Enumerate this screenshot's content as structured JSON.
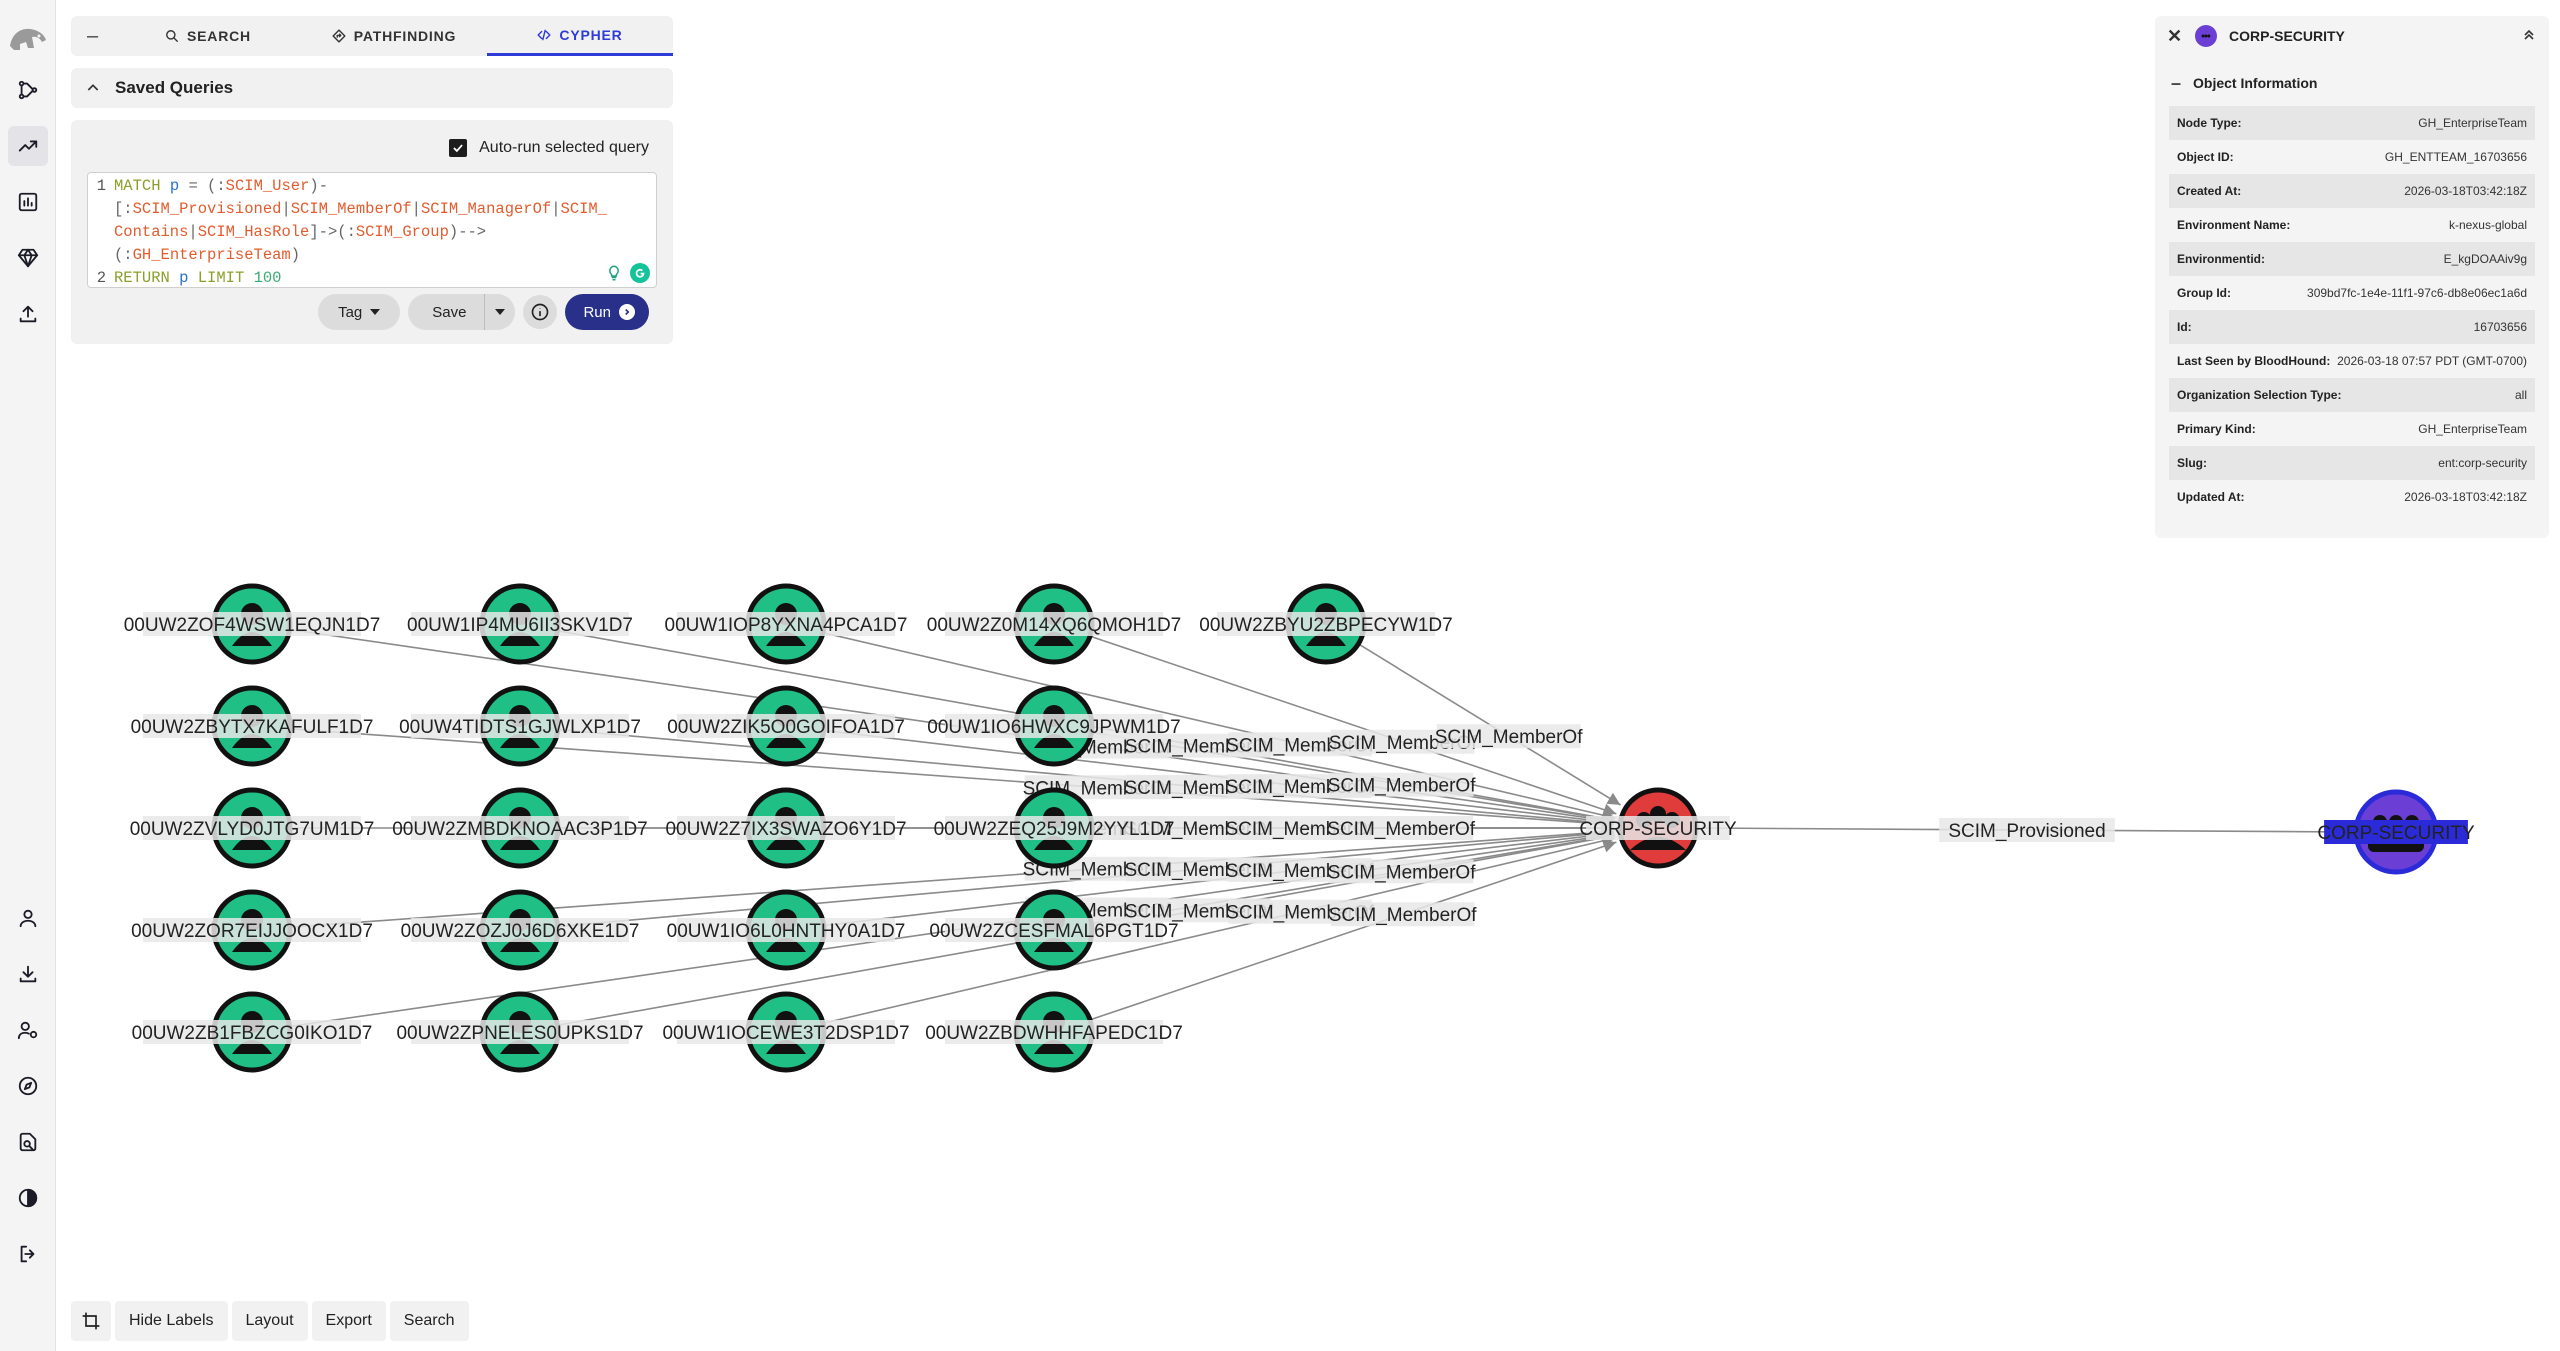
{
  "nav": {
    "items": [
      "graph-icon",
      "pathfinding-icon",
      "explore-icon",
      "chart-icon",
      "gem-icon",
      "upload-icon",
      "user-icon",
      "download-icon",
      "users-settings-icon",
      "compass-icon",
      "search-file-icon",
      "contrast-icon",
      "logout-icon"
    ]
  },
  "tabs": {
    "collapse": "–",
    "search": "SEARCH",
    "pathfinding": "PATHFINDING",
    "cypher": "CYPHER"
  },
  "saved_queries": {
    "label": "Saved Queries"
  },
  "query": {
    "autorun_label": "Auto-run selected query",
    "autorun_checked": true,
    "line_numbers": [
      "1",
      "2"
    ],
    "tag_label": "Tag",
    "save_label": "Save",
    "run_label": "Run"
  },
  "entity": {
    "title": "CORP-SECURITY",
    "section_title": "Object Information",
    "properties": [
      {
        "key": "Node Type:",
        "value": "GH_EnterpriseTeam"
      },
      {
        "key": "Object ID:",
        "value": "GH_ENTTEAM_16703656"
      },
      {
        "key": "Created At:",
        "value": "2026-03-18T03:42:18Z"
      },
      {
        "key": "Environment Name:",
        "value": "k-nexus-global"
      },
      {
        "key": "Environmentid:",
        "value": "E_kgDOAAiv9g"
      },
      {
        "key": "Group Id:",
        "value": "309bd7fc-1e4e-11f1-97c6-db8e06ec1a6d"
      },
      {
        "key": "Id:",
        "value": "16703656"
      },
      {
        "key": "Last Seen by BloodHound:",
        "value": "2026-03-18 07:57 PDT (GMT-0700)"
      },
      {
        "key": "Organization Selection Type:",
        "value": "all"
      },
      {
        "key": "Primary Kind:",
        "value": "GH_EnterpriseTeam"
      },
      {
        "key": "Slug:",
        "value": "ent:corp-security"
      },
      {
        "key": "Updated At:",
        "value": "2026-03-18T03:42:18Z"
      }
    ]
  },
  "graph": {
    "colors": {
      "user": "#1fbf86",
      "group": "#e03c3c",
      "team": "#6b3fd6",
      "team_label_bg": "#2a2ad8"
    },
    "users": [
      {
        "label": "00UW2ZOF4WSW1EQJN1D7",
        "edge": "SCIM_MemberOf"
      },
      {
        "label": "00UW1IP4MU6II3SKV1D7",
        "edge": "SCIM_MemberOf"
      },
      {
        "label": "00UW1IOP8YXNA4PCA1D7",
        "edge": "SCIM_MemberOf"
      },
      {
        "label": "00UW2Z0M14XQ6QMOH1D7",
        "edge": "SCIM_MemberOf"
      },
      {
        "label": "00UW2ZBYU2ZBPECYW1D7",
        "edge": "SCIM_MemberOf"
      },
      {
        "label": "00UW2ZBYTX7KAFULF1D7",
        "edge": "SCIM_MemberOf"
      },
      {
        "label": "00UW4TIDTS1GJWLXP1D7",
        "edge": "SCIM_MemberOf"
      },
      {
        "label": "00UW2ZIK5O0GOIFOA1D7",
        "edge": "SCIM_MemberOf"
      },
      {
        "label": "00UW1IO6HWXC9JPWM1D7",
        "edge": "SCIM_MemberOf"
      },
      {
        "label": "00UW2ZVLYD0JTG7UM1D7",
        "edge": "SCIM_MemberOf"
      },
      {
        "label": "00UW2ZMBDKNOAAC3P1D7",
        "edge": "SCIM_MemberOf"
      },
      {
        "label": "00UW2Z7IX3SWAZO6Y1D7",
        "edge": "SCIM_MemberOf"
      },
      {
        "label": "00UW2ZEQ25J9M2YYL1D7",
        "edge": "SCIM_MemberOf"
      },
      {
        "label": "00UW2ZOR7EIJJOOCX1D7",
        "edge": "SCIM_MemberOf"
      },
      {
        "label": "00UW2ZOZJ0J6D6XKE1D7",
        "edge": "SCIM_MemberOf"
      },
      {
        "label": "00UW1IO6L0HNTHY0A1D7",
        "edge": "SCIM_MemberOf"
      },
      {
        "label": "00UW2ZCESFMAL6PGT1D7",
        "edge": "SCIM_MemberOf"
      },
      {
        "label": "00UW2ZB1FBZCG0IKO1D7",
        "edge": "SCIM_MemberOf"
      },
      {
        "label": "00UW2ZPNELES0UPKS1D7",
        "edge": "SCIM_MemberOf"
      },
      {
        "label": "00UW1IOCEWE3T2DSP1D7",
        "edge": "SCIM_MemberOf"
      },
      {
        "label": "00UW2ZBDWHHFAPEDC1D7",
        "edge": "SCIM_MemberOf"
      }
    ],
    "group": {
      "label": "CORP-SECURITY"
    },
    "team": {
      "label": "CORP-SECURITY"
    },
    "provisioned_edge": "SCIM_Provisioned"
  },
  "toolbar": {
    "crop_icon": "crop-icon",
    "hide_labels": "Hide Labels",
    "layout": "Layout",
    "export": "Export",
    "search": "Search"
  }
}
